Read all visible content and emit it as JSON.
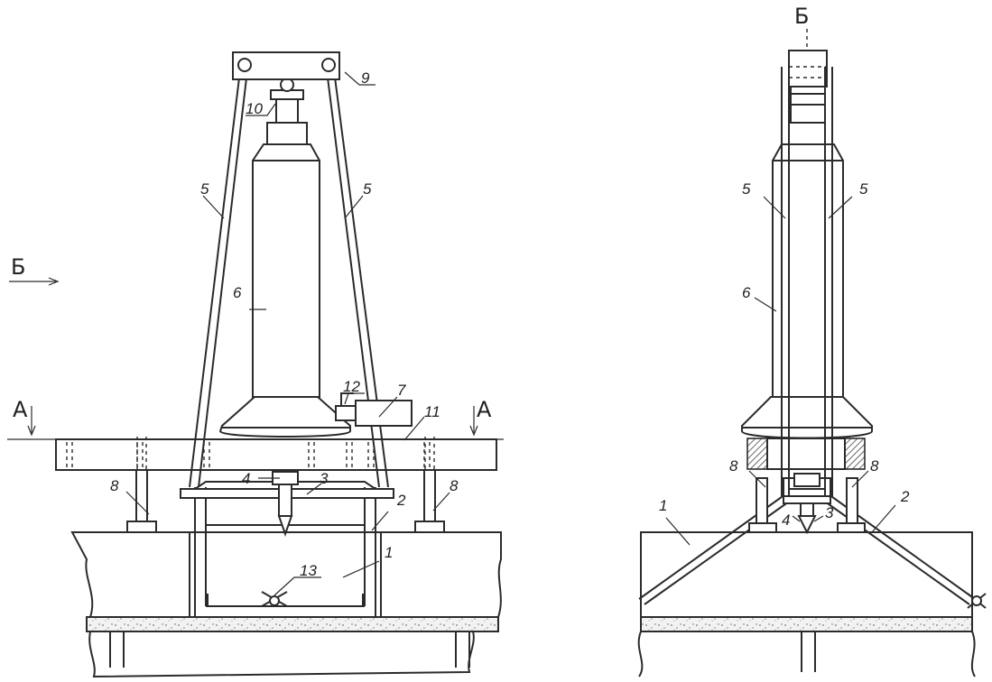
{
  "section_marks": {
    "b": "Б",
    "a": "А"
  },
  "labels": {
    "l1": "1",
    "l2": "2",
    "l3": "3",
    "l4": "4",
    "l5": "5",
    "l6": "6",
    "l7": "7",
    "l8": "8",
    "l9": "9",
    "l10": "10",
    "l11": "11",
    "l12": "12",
    "l13": "13"
  }
}
